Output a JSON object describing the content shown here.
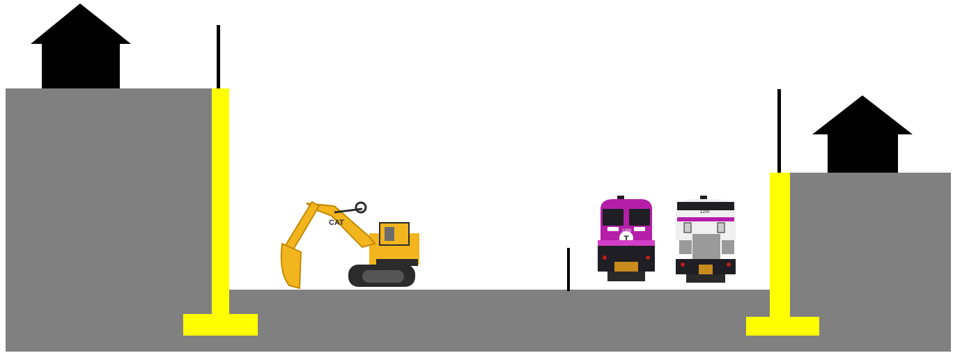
{
  "colors": {
    "background": "#ffffff",
    "ground": "#808080",
    "wall": "#ffff00",
    "house": "#000000",
    "pole": "#000000",
    "excavator_body": "#f2b51e",
    "excavator_dark": "#2b2b2b",
    "train_magenta": "#b41ea8",
    "train_magenta_light": "#d23fc6",
    "train_white": "#f0f0f0",
    "train_gray": "#9a9a9a",
    "train_dark": "#1e1e24"
  },
  "scene": {
    "left_embankment": {
      "icon": "house-icon"
    },
    "right_embankment": {
      "icon": "house-icon"
    },
    "excavator": {
      "icon": "excavator-icon",
      "label": "CAT"
    },
    "locomotive_front": {
      "icon": "locomotive-icon",
      "number": "1000"
    },
    "locomotive_rear": {
      "icon": "locomotive-icon",
      "number": "1200"
    }
  }
}
